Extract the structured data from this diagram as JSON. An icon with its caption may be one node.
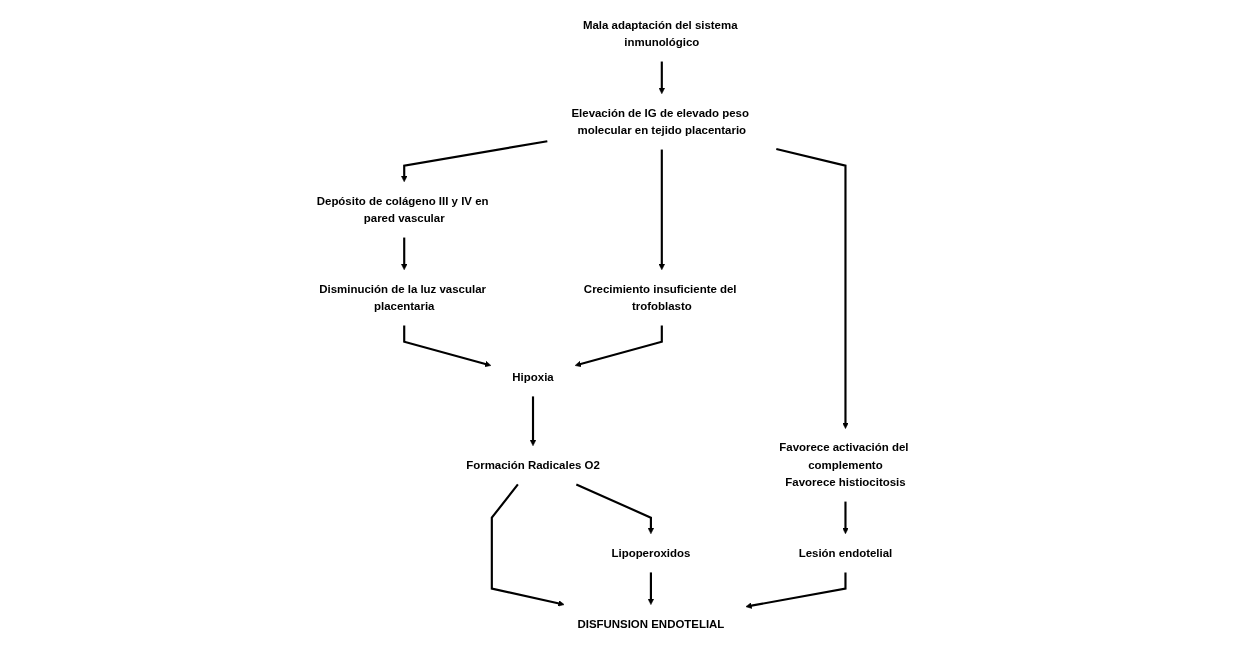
{
  "diagram": {
    "nodes": [
      {
        "text": [
          "Mala adaptación del sistema inmunológico"
        ]
      },
      {
        "text": [
          "Depósito de colágeno III y IV en pared vascular"
        ]
      },
      {
        "text": [
          "Elevación de IG de elevado peso molecular en tejido placentario"
        ]
      },
      {
        "text": [
          "Favorece activación del complemento",
          "Favorece histiocitosis"
        ]
      },
      {
        "text": [
          "Disminución de la luz vascular placentaria"
        ]
      },
      {
        "text": [
          "Crecimiento insuficiente del trofoblasto"
        ]
      },
      {
        "text": [
          "Lesión endotelial"
        ]
      },
      {
        "text": [
          "Hipoxia"
        ]
      },
      {
        "text": [
          "Formación Radicales O2"
        ]
      },
      {
        "text": [
          "Lipoperoxidos"
        ]
      },
      {
        "text": [
          "DISFUNSION ENDOTELIAL"
        ]
      }
    ],
    "edges": [
      {
        "from": 0,
        "to": 2,
        "arrow": "to"
      },
      {
        "from": 2,
        "to": 1,
        "arrow": "to"
      },
      {
        "from": 2,
        "to": 3,
        "arrow": "to"
      },
      {
        "from": 1,
        "to": 4,
        "arrow": "to"
      },
      {
        "from": 2,
        "to": 5,
        "arrow": "to"
      },
      {
        "from": 3,
        "to": 6,
        "arrow": "to"
      },
      {
        "from": 4,
        "to": 7,
        "arrow": "to"
      },
      {
        "from": 5,
        "to": 7,
        "arrow": "to"
      },
      {
        "from": 7,
        "to": 8,
        "arrow": "to"
      },
      {
        "from": 8,
        "to": 9,
        "arrow": "to"
      },
      {
        "from": 8,
        "to": 10,
        "arrow": "to"
      },
      {
        "from": 9,
        "to": 10,
        "arrow": "to"
      },
      {
        "from": 6,
        "to": 10,
        "arrow": "to"
      }
    ]
  }
}
